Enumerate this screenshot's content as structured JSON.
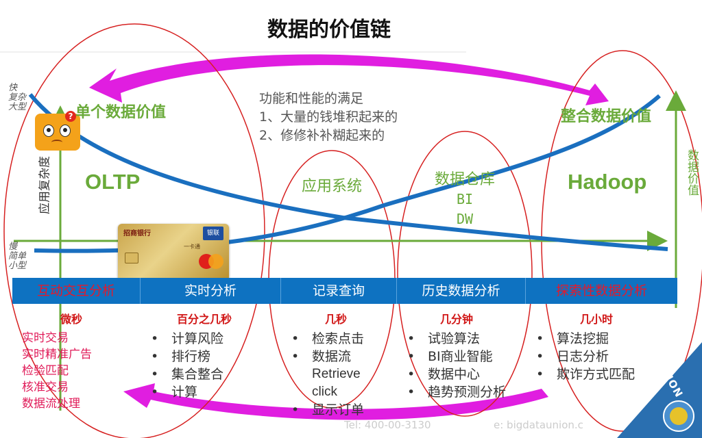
{
  "title": "数据的价值链",
  "left_axis": {
    "top_tag": [
      "快",
      "复杂",
      "大型"
    ],
    "bottom_tag": [
      "慢",
      "简单",
      "小型"
    ],
    "label": "应用复杂度"
  },
  "right_axis_label": "数据价值",
  "labels": {
    "single_value": "单个数据价值",
    "integrated_value": "整合数据价值",
    "oltp": "OLTP",
    "app_system": "应用系统",
    "warehouse": [
      "数据仓库",
      "BI",
      "DW"
    ],
    "hadoop": "Hadoop"
  },
  "note": [
    "功能和性能的满足",
    "1、大量的钱堆积起来的",
    "2、修修补补糊起来的"
  ],
  "band": [
    {
      "label": "互动交互分析",
      "timing": "微秒"
    },
    {
      "label": "实时分析",
      "timing": "百分之几秒"
    },
    {
      "label": "记录查询",
      "timing": "几秒"
    },
    {
      "label": "历史数据分析",
      "timing": "几分钟"
    },
    {
      "label": "探索性数据分析",
      "timing": "几小时"
    }
  ],
  "columns": {
    "col1": [
      "实时交易",
      "实时精准广告",
      "检验匹配",
      "核准交易",
      "数据流处理"
    ],
    "col2": [
      "计算风险",
      "排行榜",
      "集合整合",
      "计算"
    ],
    "col3": [
      "检索点击",
      "数据流",
      "Retrieve",
      "click",
      "显示订单"
    ],
    "col4": [
      "试验算法",
      "BI商业智能",
      "数据中心",
      "趋势预测分析"
    ],
    "col5": [
      "算法挖掘",
      "日志分析",
      "欺诈方式匹配"
    ]
  },
  "card": {
    "bank": "招商银行",
    "type": "一卡通",
    "union": "银联",
    "mc": "MasterCard"
  },
  "footer": {
    "tel": "Tel: 400-00-3130",
    "site": "e: bigdataunion.c",
    "corner": "NION"
  },
  "colors": {
    "band": "#0e72c1",
    "curve": "#1a6fbf",
    "green": "#6aaa3a",
    "ellipse": "#d62020",
    "arrow": "#e01ee0",
    "pink": "#e01a58"
  }
}
